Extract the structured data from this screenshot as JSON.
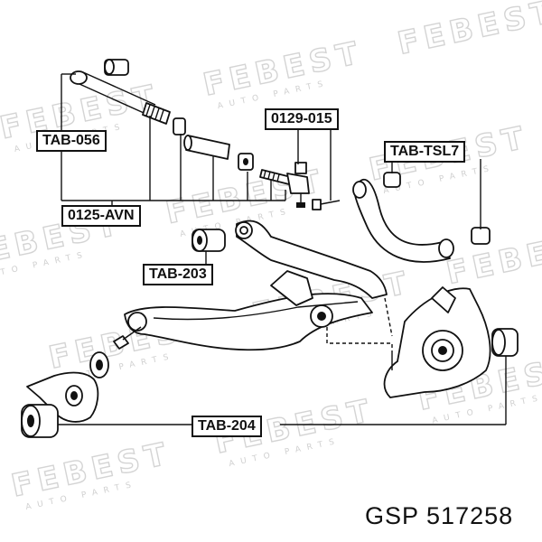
{
  "watermark": {
    "brand": "FEBEST",
    "tagline": "AUTO PARTS"
  },
  "labels": {
    "tab_056": "TAB-056",
    "avn_0125": "0125-AVN",
    "p_0129_015": "0129-015",
    "tab_tsl7": "TAB-TSL7",
    "tab_203": "TAB-203",
    "tab_204": "TAB-204"
  },
  "footer": {
    "text": "GSP 517258"
  },
  "colors": {
    "ink": "#111111",
    "watermark": "#d4d4d4",
    "background": "#ffffff"
  }
}
